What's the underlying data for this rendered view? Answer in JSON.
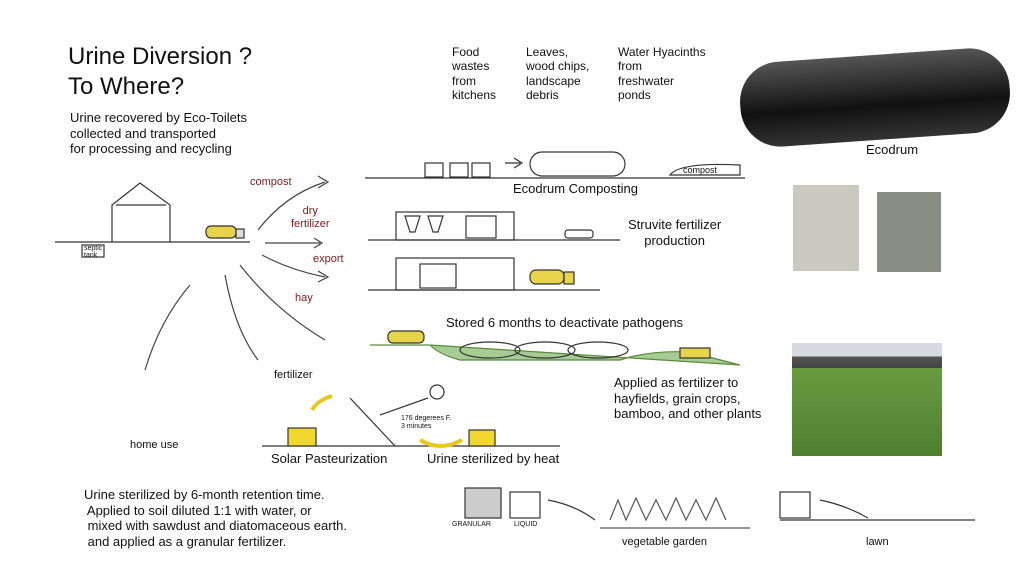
{
  "title": "Urine Diversion ?\nTo Where?",
  "intro": "Urine recovered by Eco-Toilets\ncollected and transported\nfor processing and recycling",
  "inputs": [
    "Food\nwastes\nfrom\nkitchens",
    "Leaves,\nwood chips,\nlandscape\ndebris",
    "Water Hyacinths\nfrom\nfreshwater\nponds"
  ],
  "ecodrum_label": "Ecodrum",
  "compost_pile": "compost",
  "ecodrum_composting": "Ecodrum Composting",
  "struvite": "Struvite fertilizer\nproduction",
  "routes": {
    "compost": "compost",
    "dry_fertilizer": "dry\nfertilizer",
    "export": "export",
    "hay": "hay",
    "fertilizer": "fertilizer",
    "home_use": "home use"
  },
  "septic": "septic\ntank",
  "stored": "Stored 6 months to deactivate pathogens",
  "applied": "Applied as fertilizer to\nhayfields, grain crops,\nbamboo, and other plants",
  "solar": "Solar Pasteurization",
  "heat": "Urine sterilized by heat",
  "temp": "176 degerees F.\n3 minutes",
  "retention": "Urine sterilized by 6-month retention time.\n Applied to soil diluted 1:1 with water, or\n mixed with sawdust and diatomaceous earth.\n and applied as a granular fertilizer.",
  "granular": "GRANULAR",
  "liquid": "LIQUID",
  "garden": "vegetable garden",
  "lawn": "lawn",
  "colors": {
    "label_red": "#7a2020",
    "urine_yellow": "#f0d830",
    "grass": "#5a8a3a"
  }
}
